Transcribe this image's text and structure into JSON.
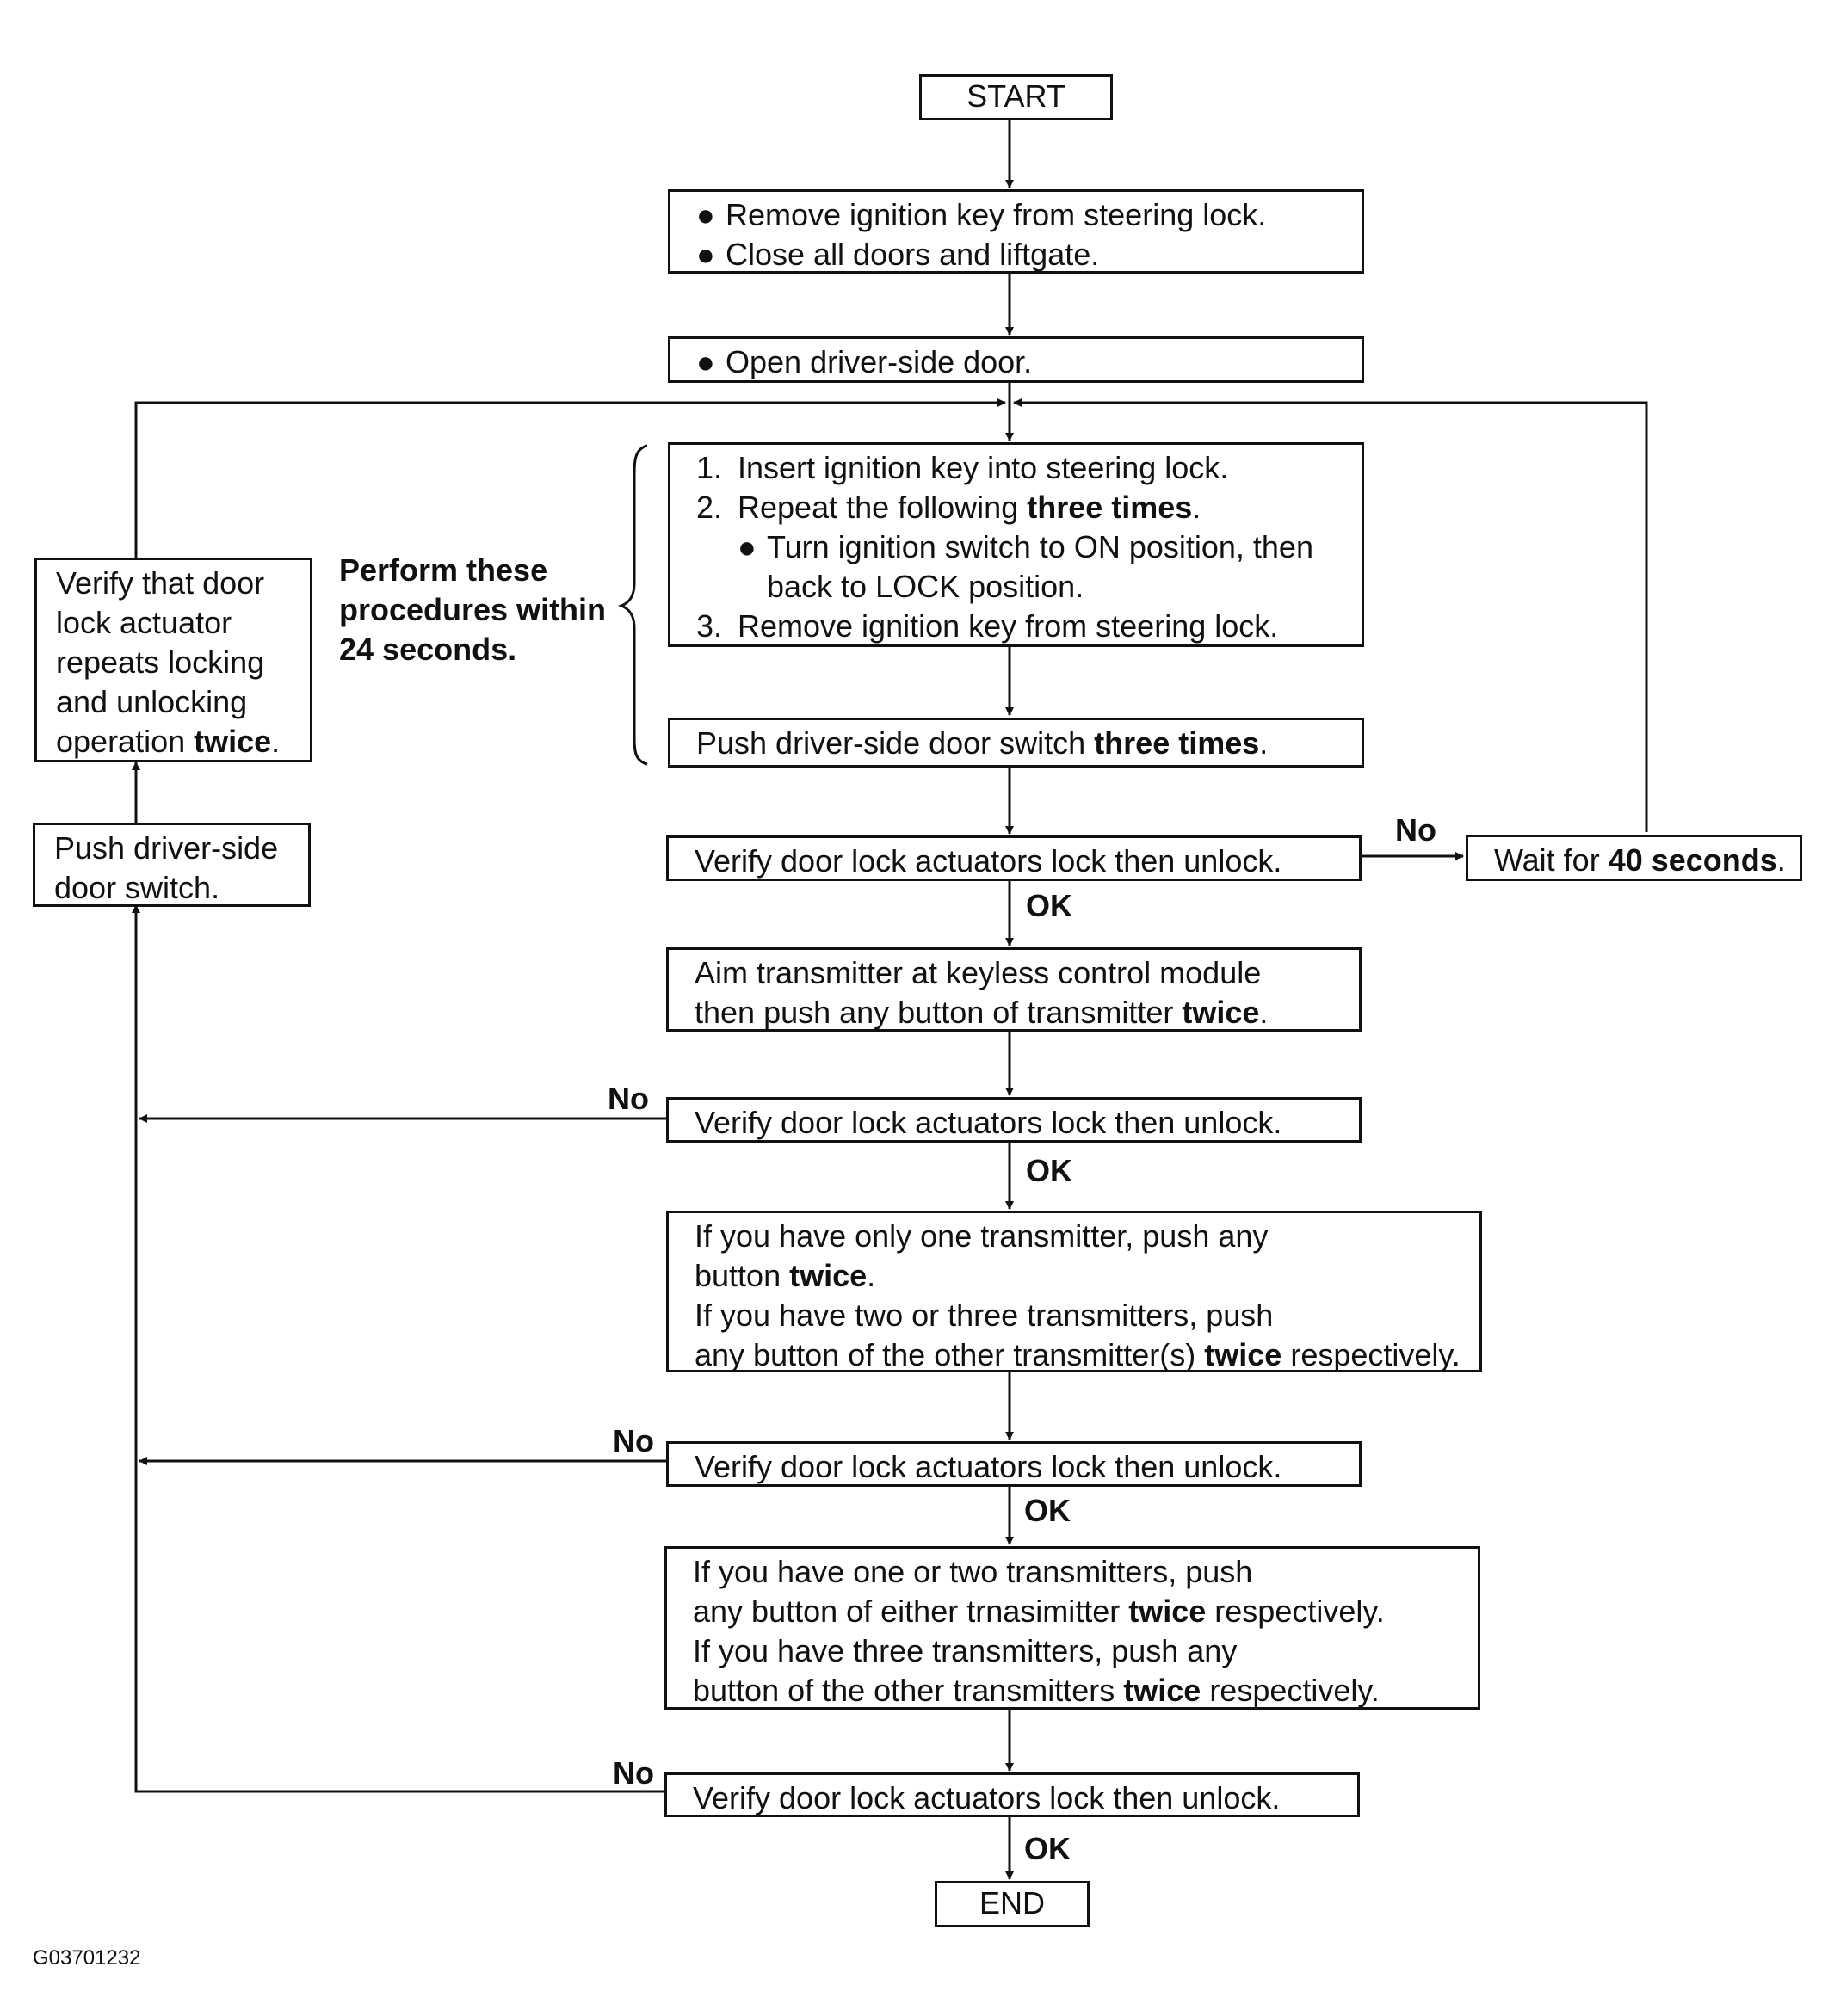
{
  "start": "START",
  "end": "END",
  "step1": {
    "bullets": [
      "Remove ignition key from steering lock.",
      "Close all doors and liftgate."
    ]
  },
  "step2": {
    "bullet": "Open driver-side door."
  },
  "step3": {
    "item1": {
      "num": "1.",
      "text": "Insert ignition key into steering lock."
    },
    "item2": {
      "num": "2.",
      "pre": "Repeat the following ",
      "bold": "three times",
      "post": "."
    },
    "sub_line1": "Turn ignition switch to ON position, then",
    "sub_line2": "back to LOCK position.",
    "item3": {
      "num": "3.",
      "text": "Remove ignition key from steering lock."
    }
  },
  "step4": {
    "pre": "Push driver-side door switch ",
    "bold": "three times",
    "post": "."
  },
  "verify_label": "Verify door lock actuators lock then unlock.",
  "wait": {
    "pre": "Wait for ",
    "bold": "40 seconds",
    "post": "."
  },
  "aim": {
    "line1": "Aim transmitter at keyless control module",
    "line2_pre": "then push any button of transmitter ",
    "line2_bold": "twice",
    "line2_post": "."
  },
  "trans1": {
    "l1": "If you have only one transmitter, push any",
    "l2_pre": "button ",
    "l2_bold": "twice",
    "l2_post": ".",
    "l3": "If you have two or three transmitters, push",
    "l4_pre": "any button of the other transmitter(s) ",
    "l4_bold": "twice",
    "l4_post": " respectively."
  },
  "trans2": {
    "l1": "If you have one or two transmitters, push",
    "l2_pre": "any button of either trnasimitter ",
    "l2_bold": "twice",
    "l2_post": " respectively.",
    "l3": "If you have three transmitters, push any",
    "l4_pre": "button of the other transmitters ",
    "l4_bold": "twice",
    "l4_post": " respectively."
  },
  "left_push": {
    "line1": "Push driver-side",
    "line2": "door switch."
  },
  "left_verify": {
    "l1": "Verify that door",
    "l2": "lock actuator",
    "l3": "repeats locking",
    "l4": "and unlocking",
    "l5_pre": "operation ",
    "l5_bold": "twice",
    "l5_post": "."
  },
  "note": {
    "l1": "Perform these",
    "l2": "procedures within",
    "l3": "24 seconds."
  },
  "labels": {
    "ok": "OK",
    "no": "No"
  },
  "figure_id": "G03701232"
}
